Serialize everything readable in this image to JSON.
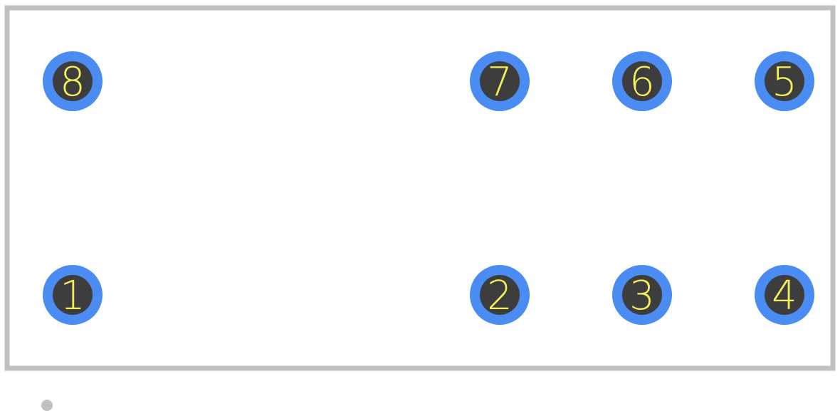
{
  "colors": {
    "background": "#ffffff",
    "outline": "#c0c0c0",
    "pad_ring": "#4a8cf2",
    "pad_hole": "#3d3d3d",
    "label": "#f5f05a",
    "pin1_marker": "#c0c0c0"
  },
  "pins": [
    {
      "label": "1",
      "col": 0,
      "row": 1
    },
    {
      "label": "2",
      "col": 3,
      "row": 1
    },
    {
      "label": "3",
      "col": 4,
      "row": 1
    },
    {
      "label": "4",
      "col": 5,
      "row": 1
    },
    {
      "label": "5",
      "col": 5,
      "row": 0
    },
    {
      "label": "6",
      "col": 4,
      "row": 0
    },
    {
      "label": "7",
      "col": 3,
      "row": 0
    },
    {
      "label": "8",
      "col": 0,
      "row": 0
    }
  ]
}
